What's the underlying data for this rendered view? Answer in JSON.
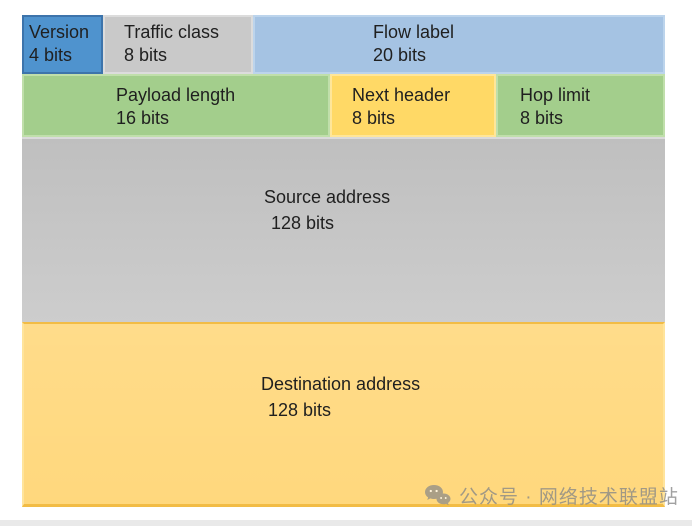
{
  "palette": {
    "version_blue": "#4F93CE",
    "flow_label_blue": "#A5C3E3",
    "traffic_gray": "#C9C9C9",
    "source_gray": "#C6C6C6",
    "field_green": "#A3CE8C",
    "next_header_orange": "#FFD966",
    "destination_orange": "#FFD87D",
    "text_color": "#1F1F1F",
    "watermark_gray": "#878787"
  },
  "diagram": {
    "rows": [
      {
        "cells": [
          {
            "name": "version",
            "label": "Version",
            "bits": "4 bits",
            "color": "#4F93CE"
          },
          {
            "name": "traffic-class",
            "label": "Traffic class",
            "bits": "8 bits",
            "color": "#C9C9C9"
          },
          {
            "name": "flow-label",
            "label": "Flow label",
            "bits": "20 bits",
            "color": "#A5C3E3"
          }
        ]
      },
      {
        "cells": [
          {
            "name": "payload-length",
            "label": "Payload length",
            "bits": "16 bits",
            "color": "#A3CE8C"
          },
          {
            "name": "next-header",
            "label": "Next header",
            "bits": "8 bits",
            "color": "#FFD966"
          },
          {
            "name": "hop-limit",
            "label": "Hop limit",
            "bits": "8 bits",
            "color": "#A3CE8C"
          }
        ]
      },
      {
        "cells": [
          {
            "name": "source-address",
            "label": "Source address",
            "bits": "128 bits",
            "color": "#C6C6C6"
          }
        ]
      },
      {
        "cells": [
          {
            "name": "destination-address",
            "label": "Destination address",
            "bits": "128 bits",
            "color": "#FFD87D"
          }
        ]
      }
    ]
  },
  "watermark": {
    "icon": "wechat-icon",
    "text": "公众号 · 网络技术联盟站"
  }
}
